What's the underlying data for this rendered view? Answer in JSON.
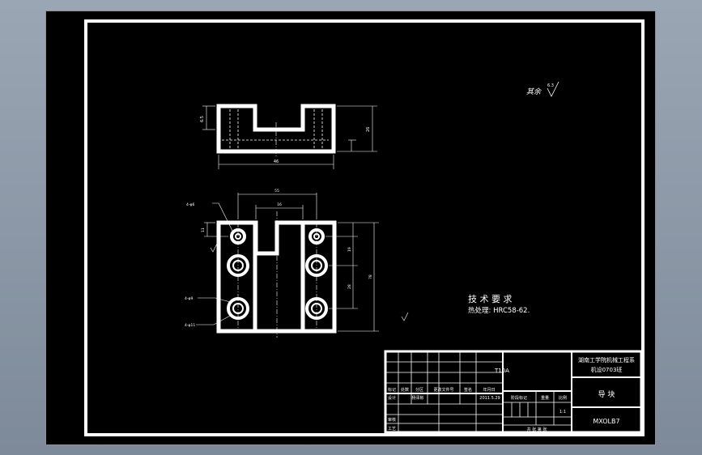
{
  "notes": {
    "title": "技 术 要 求",
    "line1": "热处理: HRC58-62."
  },
  "roughness": {
    "label": "其余",
    "value": "6.3"
  },
  "title_block": {
    "material": "T10A",
    "school_line1": "湖南工学院机械工程系",
    "school_line2": "机设0703班",
    "part_name": "导 块",
    "drawing_no": "MXOLB7",
    "scale": "1:1",
    "date": "2011.5.29",
    "designer": "杨泽彬",
    "col_marks": "标记",
    "col_count": "处数",
    "col_zone": "分区",
    "col_docno": "更改文件号",
    "col_sign": "签名",
    "col_date": "年月日",
    "row_design": "设计",
    "row_review": "审核",
    "row_process": "工艺",
    "stage_mark": "阶段标记",
    "weight": "重量",
    "ratio": "比例",
    "sheets": "共 张 第 张"
  },
  "colors": {
    "background": "#000000",
    "lines": "#ffffff",
    "viewport_frame": "#8a9098"
  }
}
